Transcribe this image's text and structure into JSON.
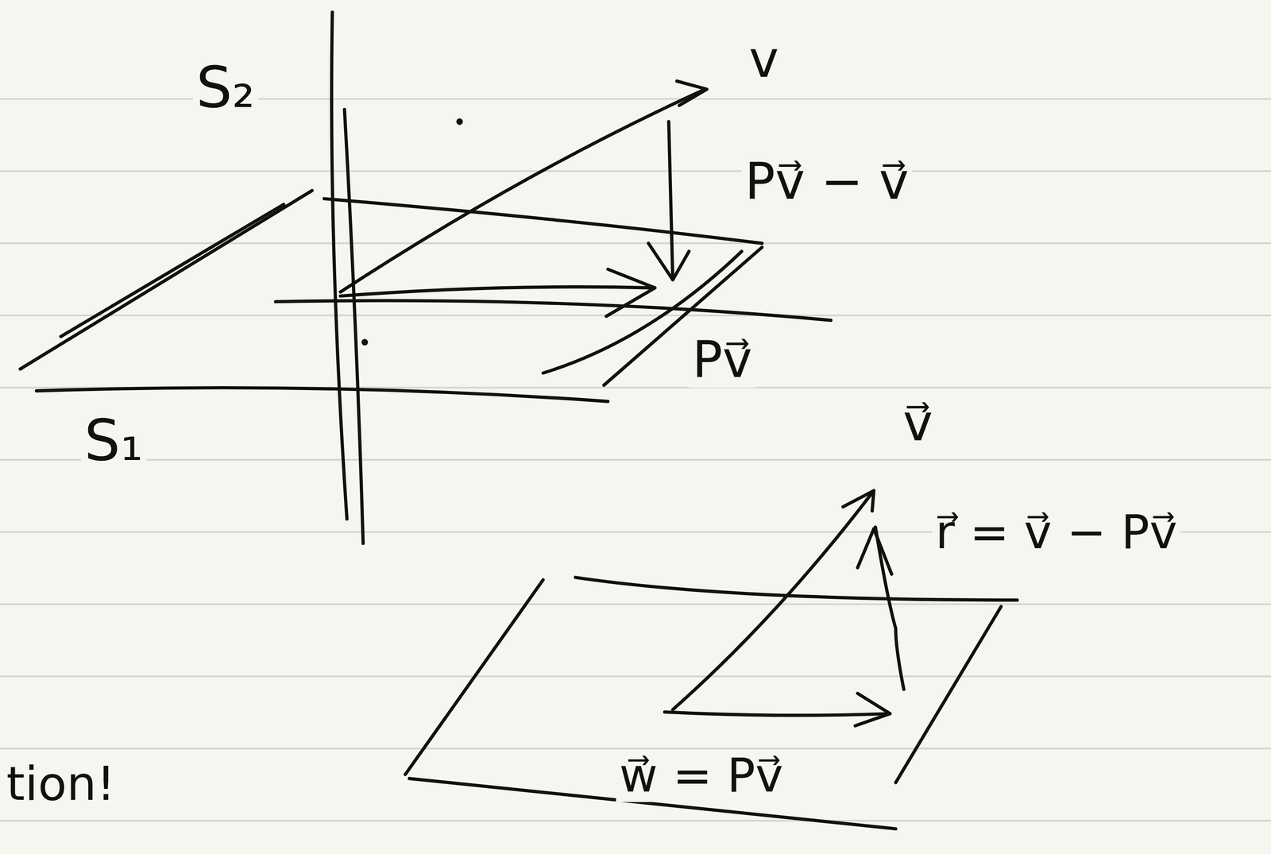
{
  "diagram": {
    "labels": [
      "S₂",
      "v",
      "Pv⃗ − v⃗",
      "Pv⃗",
      "S₁",
      "v⃗",
      "r⃗ = v⃗ − Pv⃗",
      "w⃗ = Pv⃗",
      "tion!"
    ]
  }
}
